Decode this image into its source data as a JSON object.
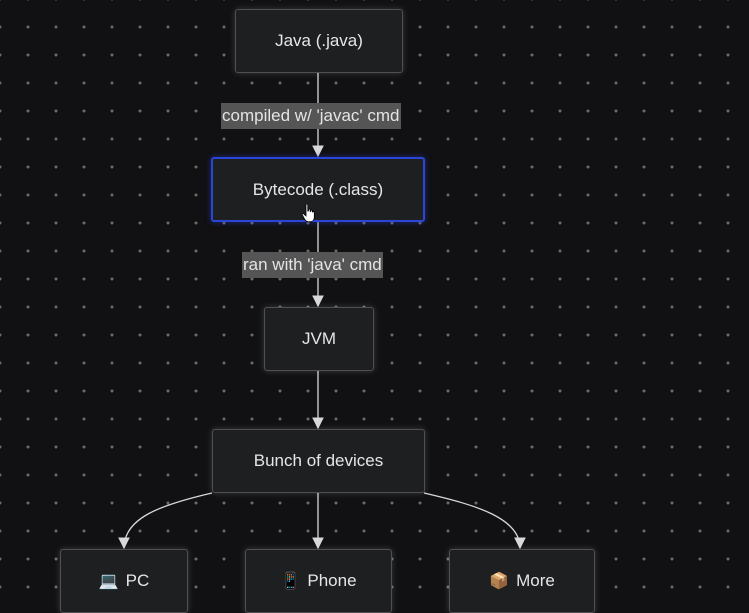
{
  "nodes": {
    "java": "Java (.java)",
    "bytecode": "Bytecode (.class)",
    "jvm": "JVM",
    "devices": "Bunch of devices",
    "pc": "PC",
    "phone": "Phone",
    "more": "More"
  },
  "edges": {
    "compile": "compiled w/ 'javac' cmd",
    "run": "ran with 'java' cmd"
  },
  "icons": {
    "pc": "laptop-icon",
    "phone": "mobile-phone-icon",
    "more": "package-box-icon",
    "pc_glyph": "💻",
    "phone_glyph": "📱",
    "more_glyph": "📦"
  },
  "colors": {
    "background": "#111113",
    "node_fill": "#1e1f21",
    "node_border": "#4f5052",
    "selected_border": "#2b45d6",
    "edge": "#d8d8d8",
    "label_fill": "#555556"
  },
  "selected_node": "bytecode"
}
